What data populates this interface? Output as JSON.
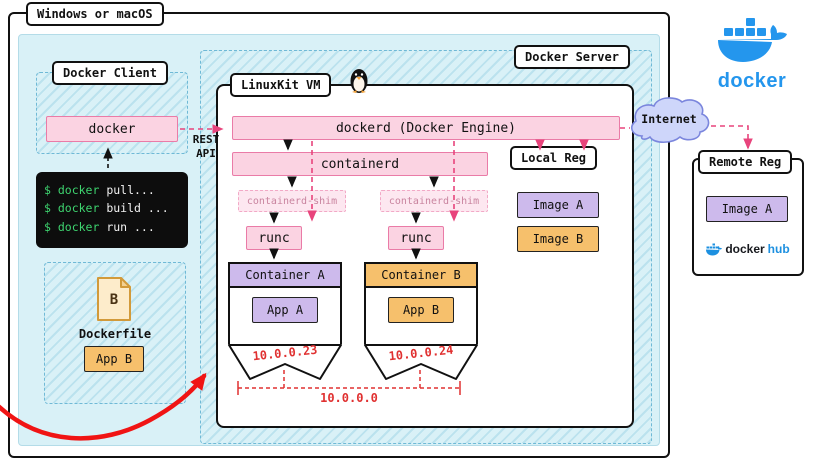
{
  "host": {
    "label": "Windows or macOS"
  },
  "client": {
    "label": "Docker Client",
    "docker_box": "docker"
  },
  "rest_api": {
    "line1": "REST",
    "line2": "API"
  },
  "terminal": {
    "lines": [
      {
        "prompt": "$ docker",
        "cmd": " pull..."
      },
      {
        "prompt": "$ docker",
        "cmd": " build ..."
      },
      {
        "prompt": "$ docker",
        "cmd": " run ..."
      }
    ]
  },
  "build_context": {
    "file_letter": "B",
    "file_label": "Dockerfile",
    "app_label": "App B"
  },
  "server": {
    "label": "Docker Server"
  },
  "vm": {
    "label": "LinuxKit VM",
    "dockerd": "dockerd (Docker Engine)",
    "containerd": "containerd",
    "shim": "containerd-shim",
    "runc": "runc"
  },
  "containers": [
    {
      "title": "Container A",
      "app": "App A",
      "ip": "10.0.0.23"
    },
    {
      "title": "Container B",
      "app": "App B",
      "ip": "10.0.0.24"
    }
  ],
  "network": {
    "subnet": "10.0.0.0"
  },
  "local_reg": {
    "label": "Local Reg",
    "image_a": "Image A",
    "image_b": "Image B"
  },
  "internet": {
    "label": "Internet"
  },
  "remote_reg": {
    "label": "Remote Reg",
    "image": "Image A",
    "hub_docker": "docker",
    "hub_hub": "hub"
  },
  "docker_logo": {
    "text": "docker"
  },
  "colors": {
    "pink": "#fbd3e2",
    "pink_border": "#ea7ba7",
    "purple": "#cdbaec",
    "orange": "#f6c06c",
    "docker_blue": "#2496ed",
    "red_dashed": "#e8447c",
    "network_red": "#e03131",
    "arrow_red": "#f01414",
    "terminal_green": "#3ed46f",
    "cyan_bg": "#d9f1f7",
    "cloud_fill": "#ced6fa"
  }
}
